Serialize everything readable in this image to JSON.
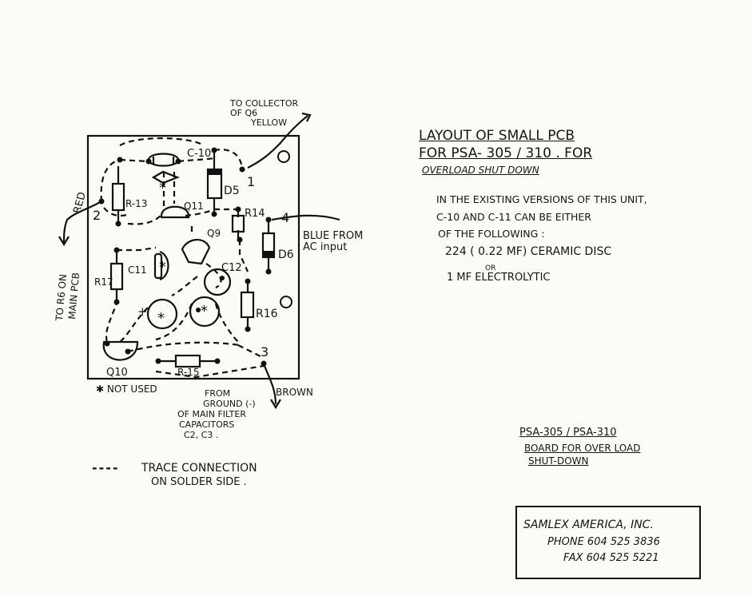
{
  "diagram": {
    "components": {
      "c10": "C-10",
      "d5": "D5",
      "pad1": "1",
      "r13": "R-13",
      "pad2": "2",
      "q11": "Q11",
      "r14": "R14",
      "pad4": "4",
      "q9": "Q9",
      "d6": "D6",
      "c11": "C11",
      "c12": "C12",
      "r17": "R17",
      "plus": "+",
      "r16": "R16",
      "pad3": "3",
      "q10": "Q10",
      "r15": "R-15",
      "star": "*"
    },
    "labels": {
      "to_collector": [
        "TO COLLECTOR",
        "OF Q6",
        "YELLOW"
      ],
      "red": "RED",
      "to_r6": [
        "TO R6 ON",
        "MAIN PCB"
      ],
      "blue_from": [
        "BLUE FROM",
        "AC input"
      ],
      "brown": "BROWN",
      "not_used": "✱ NOT USED",
      "from_ground": [
        "FROM",
        "GROUND (-)",
        "OF MAIN FILTER",
        "CAPACITORS",
        "C2, C3 ."
      ]
    },
    "legend": {
      "dashes": "----",
      "line1": "TRACE CONNECTION",
      "line2": "ON SOLDER SIDE ."
    }
  },
  "title": {
    "line1": "LAYOUT OF SMALL PCB",
    "line2": "FOR PSA- 305 / 310 . FOR",
    "line3": "OVERLOAD SHUT DOWN"
  },
  "note": {
    "line1": "IN THE EXISTING VERSIONS OF THIS UNIT,",
    "line2": "C-10 AND C-11 CAN BE EITHER",
    "line3": "OF THE FOLLOWING :",
    "line4": "224 ( 0.22 MF) CERAMIC DISC",
    "or": "OR",
    "line5": "1 MF ELECTROLYTIC"
  },
  "caption": {
    "line1": "PSA-305 / PSA-310",
    "line2": "BOARD FOR OVER LOAD",
    "line3": "SHUT-DOWN"
  },
  "company": {
    "name": "SAMLEX AMERICA, INC.",
    "phone": "PHONE 604 525 3836",
    "fax": "FAX 604 525 5221"
  }
}
